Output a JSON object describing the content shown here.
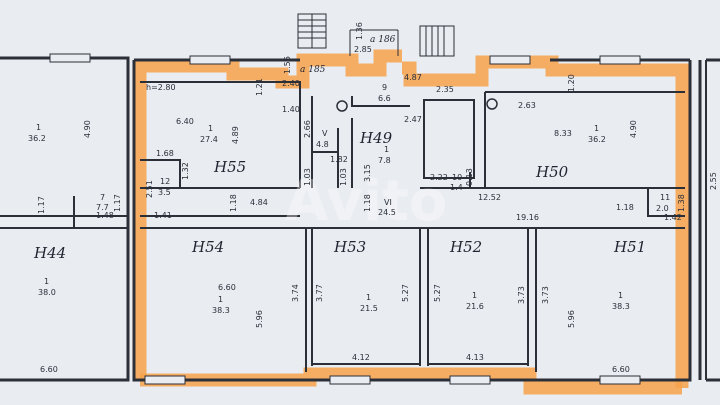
{
  "room_codes": {
    "h44": "Н44",
    "h55": "Н55",
    "h49": "Н49",
    "h50": "Н50",
    "h54": "Н54",
    "h53": "Н53",
    "h52": "Н52",
    "h51": "Н51"
  },
  "areas": {
    "a_left_top": {
      "num": "1",
      "area": "36.2"
    },
    "a_h55_big": {
      "num": "1",
      "area": "27.4"
    },
    "a_h55_12": {
      "num": "12",
      "area": "3.5"
    },
    "a_h49_v": {
      "num": "V",
      "area": "4.8"
    },
    "a_h49_1": {
      "num": "1",
      "area": "7.8"
    },
    "a_top_9": {
      "num": "9",
      "area": "6.6"
    },
    "a_10": {
      "num": "10",
      "area": "1.4"
    },
    "a_vi": {
      "num": "VI",
      "area": "24.5"
    },
    "a_h50": {
      "num": "1",
      "area": "36.2"
    },
    "a_h50_11": {
      "num": "11",
      "area": "2.0"
    },
    "a_h44_7": {
      "num": "7",
      "area": "7.7"
    },
    "a_h44": {
      "num": "1",
      "area": "38.0"
    },
    "a_h54": {
      "num": "1",
      "area": "38.3"
    },
    "a_h53": {
      "num": "1",
      "area": "21.5"
    },
    "a_h52": {
      "num": "1",
      "area": "21.6"
    },
    "a_h51": {
      "num": "1",
      "area": "38.3"
    }
  },
  "dims": {
    "h280": "h=2.80",
    "d640": "6.40",
    "d489": "4.89",
    "d490l": "4.90",
    "d168": "1.68",
    "d132": "1.32",
    "d251": "2.51",
    "d484": "4.84",
    "d118a": "1.18",
    "d141": "1.41",
    "d117l": "1.17",
    "d148": "1.48",
    "d117r": "1.17",
    "d156": "1.56",
    "d240": "2.40",
    "d121": "1.21",
    "d140": "1.40",
    "d266": "2.66",
    "d182": "1.82",
    "d103a": "1.03",
    "d103b": "1.03",
    "d315": "3.15",
    "d285": "2.85",
    "d136": "1.36",
    "d487": "4.87",
    "d235": "2.35",
    "d247": "2.47",
    "d263": "2.63",
    "d120": "1.20",
    "d833": "8.33",
    "d490r": "4.90",
    "d222": "2.22",
    "d013": "0.13",
    "d1252": "12.52",
    "d118b": "1.18",
    "d1916": "19.16",
    "d118c": "1.18",
    "d142": "1.42",
    "d138": "1.38",
    "d255": "2.55",
    "d660a": "6.60",
    "d596a": "5.96",
    "d374": "3.74",
    "d377": "3.77",
    "d527a": "5.27",
    "d527b": "5.27",
    "d373a": "3.73",
    "d373b": "3.73",
    "d596b": "5.96",
    "d412": "4.12",
    "d413": "4.13",
    "d660b": "6.60",
    "d660c": "6.60"
  },
  "annotations": {
    "a185": "a 185",
    "a186": "a 186"
  },
  "watermark": "Avito",
  "colors": {
    "paper": "#e9ecf1",
    "wall": "#2b2f38",
    "highlight": "#f7a24a"
  }
}
